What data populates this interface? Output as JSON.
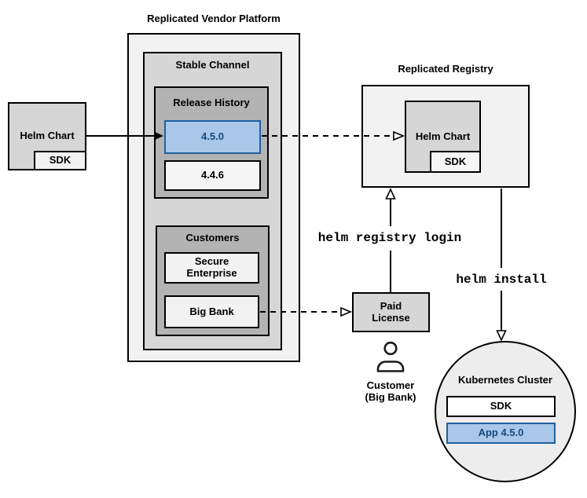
{
  "platform": {
    "title": "Replicated Vendor Platform",
    "stable_channel": {
      "label": "Stable Channel",
      "release_history": {
        "label": "Release History",
        "releases": [
          {
            "version": "4.5.0",
            "highlighted": true
          },
          {
            "version": "4.4.6",
            "highlighted": false
          }
        ]
      },
      "customers": {
        "label": "Customers",
        "items": [
          {
            "name": "Secure Enterprise"
          },
          {
            "name": "Big Bank"
          }
        ]
      }
    }
  },
  "vendor_chart": {
    "label": "Helm Chart",
    "sdk_label": "SDK"
  },
  "registry": {
    "title": "Replicated Registry",
    "chart_label": "Helm Chart",
    "sdk_label": "SDK"
  },
  "commands": {
    "registry_login": "helm registry login",
    "install": "helm install"
  },
  "paid_license": {
    "label": "Paid License"
  },
  "customer": {
    "label": "Customer (Big Bank)"
  },
  "cluster": {
    "label": "Kubernetes Cluster",
    "sdk_label": "SDK",
    "app_label": "App 4.5.0"
  },
  "colors": {
    "highlight_fill": "#a9c7e8",
    "highlight_border": "#20619e",
    "highlight_text": "#16497d",
    "box_dark_gray": "#b3b3b3",
    "box_mid_gray": "#d6d6d6",
    "box_light_gray": "#f2f2f2",
    "circle_gray": "#ededed",
    "line_black": "#000000"
  }
}
